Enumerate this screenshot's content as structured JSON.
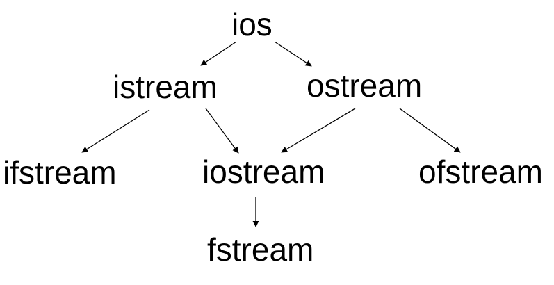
{
  "diagram": {
    "nodes": [
      {
        "id": "ios",
        "label": "ios"
      },
      {
        "id": "istream",
        "label": "istream"
      },
      {
        "id": "ostream",
        "label": "ostream"
      },
      {
        "id": "ifstream",
        "label": "ifstream"
      },
      {
        "id": "iostream",
        "label": "iostream"
      },
      {
        "id": "ofstream",
        "label": "ofstream"
      },
      {
        "id": "fstream",
        "label": "fstream"
      }
    ],
    "edges": [
      {
        "from": "ios",
        "to": "istream"
      },
      {
        "from": "ios",
        "to": "ostream"
      },
      {
        "from": "istream",
        "to": "ifstream"
      },
      {
        "from": "istream",
        "to": "iostream"
      },
      {
        "from": "ostream",
        "to": "iostream"
      },
      {
        "from": "ostream",
        "to": "ofstream"
      },
      {
        "from": "iostream",
        "to": "fstream"
      }
    ],
    "colors": {
      "text": "#000000",
      "line": "#000000",
      "background": "#ffffff"
    }
  }
}
